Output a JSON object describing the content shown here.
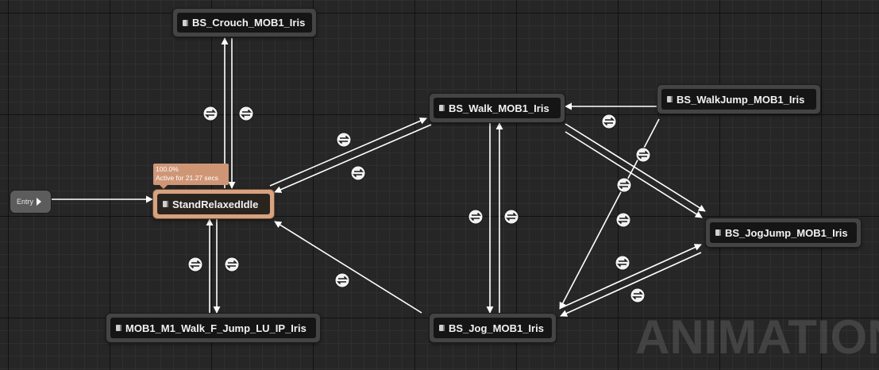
{
  "graph": {
    "watermark": "ANIMATION",
    "entry": {
      "label": "Entry"
    },
    "active_state": {
      "weight": "100.0%",
      "active_time": "Active for 21.27 secs"
    },
    "states": {
      "crouch": "BS_Crouch_MOB1_Iris",
      "idle": "StandRelaxedIdle",
      "walk_jump_lu": "MOB1_M1_Walk_F_Jump_LU_IP_Iris",
      "walk": "BS_Walk_MOB1_Iris",
      "walk_jump": "BS_WalkJump_MOB1_Iris",
      "jog_jump": "BS_JogJump_MOB1_Iris",
      "jog": "BS_Jog_MOB1_Iris"
    },
    "transition_icon": "transition-rule-icon",
    "colors": {
      "active_border": "#d7a27f",
      "node_border": "#444444",
      "wire": "#ffffff",
      "background": "#262626"
    }
  }
}
